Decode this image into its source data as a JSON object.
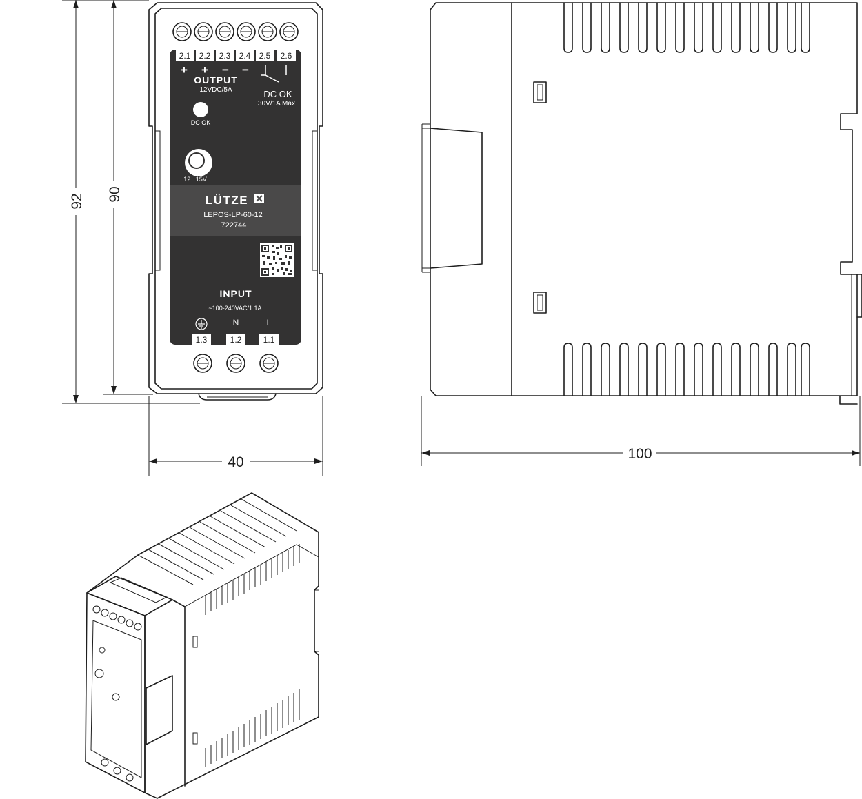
{
  "dimensions": {
    "height_outer": "92",
    "height_inner": "90",
    "width": "40",
    "depth": "100"
  },
  "front_panel": {
    "output_terminals": [
      "2.1",
      "2.2",
      "2.3",
      "2.4",
      "2.5",
      "2.6"
    ],
    "output_polarity": [
      "+",
      "+",
      "−",
      "−"
    ],
    "output_title": "OUTPUT",
    "output_rating": "12VDC/5A",
    "dcok_title": "DC OK",
    "dcok_rating": "30V/1A Max",
    "led_label": "DC OK",
    "pot_label": "12...15V",
    "brand": "LÜTZE",
    "model": "LEPOS-LP-60-12",
    "part_number": "722744",
    "input_title": "INPUT",
    "input_rating": "~100-240VAC/1.1A",
    "input_symbols": [
      "N",
      "L"
    ],
    "input_terminals": [
      "1.3",
      "1.2",
      "1.1"
    ],
    "ground_icon": "protective-earth-icon"
  },
  "colors": {
    "panel": "#333232",
    "band": "#4a4949",
    "stroke": "#1e1e1e"
  }
}
